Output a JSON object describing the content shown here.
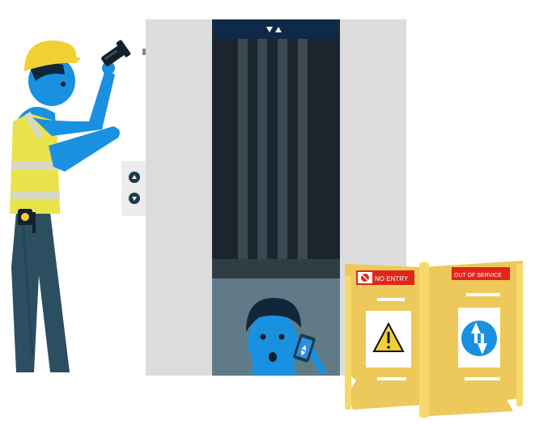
{
  "scene": {
    "description_type": "illustration",
    "colors": {
      "wall": "#dcdcdc",
      "shaft": "#1c252d",
      "rail": "#3b4a52",
      "car_floor": "#2f3e45",
      "car_lower": "#607b87",
      "skin": "#1a90e0",
      "vest": "#e8e34b",
      "pants": "#2b4f60",
      "helmet": "#f2cf35",
      "sign_yellow": "#ecc95a",
      "sign_red": "#e1251b"
    }
  },
  "call_panel": {
    "up_icon": "chevron-up-icon",
    "down_icon": "chevron-down-icon"
  },
  "indicator": {
    "down_icon": "triangle-down-icon",
    "up_icon": "triangle-up-icon"
  },
  "signs": {
    "no_entry_label": "NO ENTRY",
    "out_of_service_label": "OUT OF SERVICE",
    "warning_icon": "warning-icon",
    "no_entry_icon": "no-entry-icon",
    "lift_arrows_icon": "up-down-arrows-icon"
  },
  "passenger": {
    "phone_icon": "phone-icon"
  }
}
